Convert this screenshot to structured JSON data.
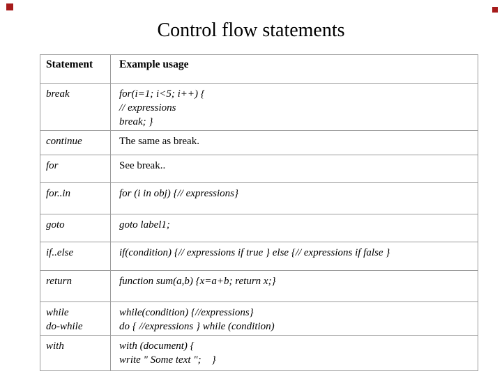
{
  "slide": {
    "title": "Control flow statements",
    "background_color": "#ffffff",
    "decoration_color": "#a61b1b"
  },
  "table": {
    "columns": [
      "Statement",
      "Example usage"
    ],
    "rows": [
      {
        "statement": [
          "break"
        ],
        "example": [
          "for(i=1; i<5; i++) {",
          "// expressions",
          "break; }"
        ],
        "example_style": "italic"
      },
      {
        "statement": [
          "continue"
        ],
        "example": [
          "The same as break."
        ],
        "example_style": "roman"
      },
      {
        "statement": [
          "for"
        ],
        "example": [
          "See break.."
        ],
        "example_style": "roman"
      },
      {
        "statement": [
          "for..in"
        ],
        "example": [
          "for (i in obj) {// expressions}"
        ],
        "example_style": "italic"
      },
      {
        "statement": [
          "goto"
        ],
        "example": [
          "goto label1;"
        ],
        "example_style": "italic"
      },
      {
        "statement": [
          "if..else"
        ],
        "example": [
          "if(condition) {// expressions if true } else {// expressions if false }"
        ],
        "example_style": "italic"
      },
      {
        "statement": [
          "return"
        ],
        "example": [
          "function sum(a,b) {x=a+b; return x;}"
        ],
        "example_style": "italic"
      },
      {
        "statement": [
          "while",
          "do-while"
        ],
        "example": [
          "while(condition) {//expressions}",
          "do { //expressions } while (condition)"
        ],
        "example_style": "italic"
      },
      {
        "statement": [
          "with"
        ],
        "example": [
          "with (document) {",
          "write \" Some text \";    }"
        ],
        "example_style": "italic"
      }
    ]
  }
}
